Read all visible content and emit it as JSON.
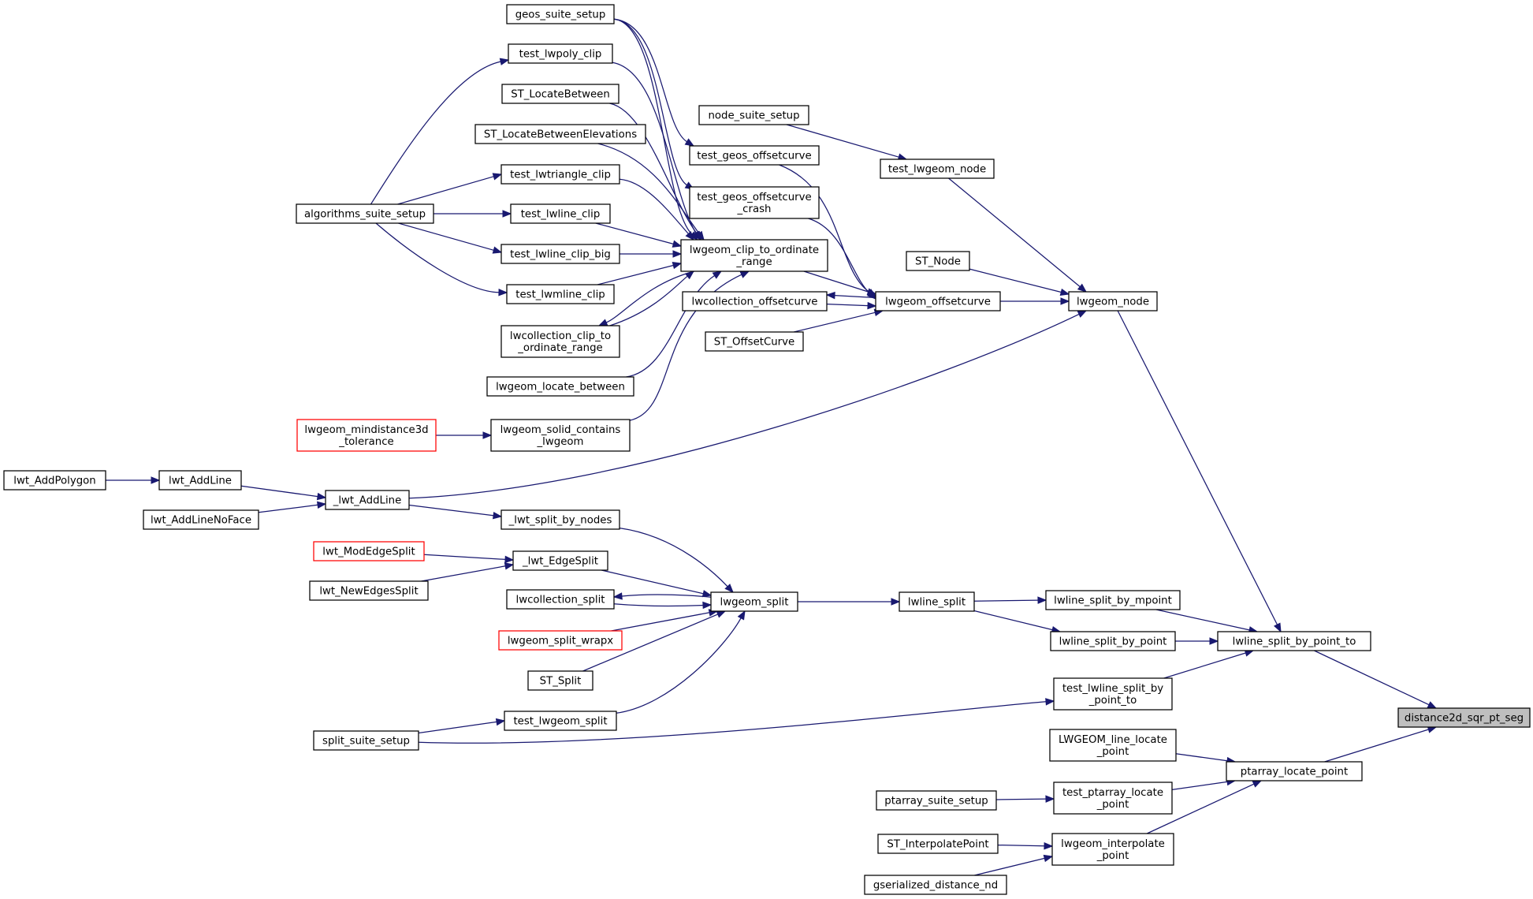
{
  "graph": {
    "focus_function": "distance2d_sqr_pt_seg",
    "nodes": [
      {
        "id": "distance2d_sqr_pt_seg",
        "lines": [
          "distance2d_sqr_pt_seg"
        ],
        "focus": true
      },
      {
        "id": "lwline_split_by_point_to",
        "lines": [
          "lwline_split_by_point_to"
        ]
      },
      {
        "id": "ptarray_locate_point",
        "lines": [
          "ptarray_locate_point"
        ]
      },
      {
        "id": "lwgeom_node",
        "lines": [
          "lwgeom_node"
        ]
      },
      {
        "id": "lwline_split_by_mpoint",
        "lines": [
          "lwline_split_by_mpoint"
        ]
      },
      {
        "id": "lwline_split_by_point",
        "lines": [
          "lwline_split_by_point"
        ]
      },
      {
        "id": "test_lwline_split_by_point_to",
        "lines": [
          "test_lwline_split_by",
          "_point_to"
        ]
      },
      {
        "id": "LWGEOM_line_locate_point",
        "lines": [
          "LWGEOM_line_locate",
          "_point"
        ]
      },
      {
        "id": "test_ptarray_locate_point",
        "lines": [
          "test_ptarray_locate",
          "_point"
        ]
      },
      {
        "id": "lwgeom_interpolate_point",
        "lines": [
          "lwgeom_interpolate",
          "_point"
        ]
      },
      {
        "id": "test_lwgeom_node",
        "lines": [
          "test_lwgeom_node"
        ]
      },
      {
        "id": "ST_Node",
        "lines": [
          "ST_Node"
        ]
      },
      {
        "id": "lwgeom_offsetcurve",
        "lines": [
          "lwgeom_offsetcurve"
        ]
      },
      {
        "id": "node_suite_setup",
        "lines": [
          "node_suite_setup"
        ]
      },
      {
        "id": "test_geos_offsetcurve",
        "lines": [
          "test_geos_offsetcurve"
        ]
      },
      {
        "id": "test_geos_offsetcurve_crash",
        "lines": [
          "test_geos_offsetcurve",
          "_crash"
        ]
      },
      {
        "id": "lwcollection_offsetcurve",
        "lines": [
          "lwcollection_offsetcurve"
        ]
      },
      {
        "id": "ST_OffsetCurve",
        "lines": [
          "ST_OffsetCurve"
        ]
      },
      {
        "id": "lwgeom_clip_to_ordinate_range",
        "lines": [
          "lwgeom_clip_to_ordinate",
          "_range"
        ]
      },
      {
        "id": "geos_suite_setup",
        "lines": [
          "geos_suite_setup"
        ]
      },
      {
        "id": "test_lwpoly_clip",
        "lines": [
          "test_lwpoly_clip"
        ]
      },
      {
        "id": "ST_LocateBetween",
        "lines": [
          "ST_LocateBetween"
        ]
      },
      {
        "id": "ST_LocateBetweenElevations",
        "lines": [
          "ST_LocateBetweenElevations"
        ]
      },
      {
        "id": "test_lwtriangle_clip",
        "lines": [
          "test_lwtriangle_clip"
        ]
      },
      {
        "id": "test_lwline_clip",
        "lines": [
          "test_lwline_clip"
        ]
      },
      {
        "id": "test_lwline_clip_big",
        "lines": [
          "test_lwline_clip_big"
        ]
      },
      {
        "id": "test_lwmline_clip",
        "lines": [
          "test_lwmline_clip"
        ]
      },
      {
        "id": "lwcollection_clip_to_ordinate_range",
        "lines": [
          "lwcollection_clip_to",
          "_ordinate_range"
        ]
      },
      {
        "id": "lwgeom_locate_between",
        "lines": [
          "lwgeom_locate_between"
        ]
      },
      {
        "id": "lwgeom_solid_contains_lwgeom",
        "lines": [
          "lwgeom_solid_contains",
          "_lwgeom"
        ]
      },
      {
        "id": "algorithms_suite_setup",
        "lines": [
          "algorithms_suite_setup"
        ]
      },
      {
        "id": "lwgeom_mindistance3d_tolerance",
        "lines": [
          "lwgeom_mindistance3d",
          "_tolerance"
        ],
        "truncated": true
      },
      {
        "id": "_lwt_AddLine",
        "lines": [
          "_lwt_AddLine"
        ]
      },
      {
        "id": "lwt_AddLine",
        "lines": [
          "lwt_AddLine"
        ]
      },
      {
        "id": "lwt_AddLineNoFace",
        "lines": [
          "lwt_AddLineNoFace"
        ]
      },
      {
        "id": "lwt_AddPolygon",
        "lines": [
          "lwt_AddPolygon"
        ]
      },
      {
        "id": "lwline_split",
        "lines": [
          "lwline_split"
        ]
      },
      {
        "id": "lwgeom_split",
        "lines": [
          "lwgeom_split"
        ]
      },
      {
        "id": "_lwt_split_by_nodes",
        "lines": [
          "_lwt_split_by_nodes"
        ]
      },
      {
        "id": "_lwt_EdgeSplit",
        "lines": [
          "_lwt_EdgeSplit"
        ]
      },
      {
        "id": "lwt_ModEdgeSplit",
        "lines": [
          "lwt_ModEdgeSplit"
        ],
        "truncated": true
      },
      {
        "id": "lwt_NewEdgesSplit",
        "lines": [
          "lwt_NewEdgesSplit"
        ]
      },
      {
        "id": "lwcollection_split",
        "lines": [
          "lwcollection_split"
        ]
      },
      {
        "id": "lwgeom_split_wrapx",
        "lines": [
          "lwgeom_split_wrapx"
        ],
        "truncated": true
      },
      {
        "id": "ST_Split",
        "lines": [
          "ST_Split"
        ]
      },
      {
        "id": "test_lwgeom_split",
        "lines": [
          "test_lwgeom_split"
        ]
      },
      {
        "id": "split_suite_setup",
        "lines": [
          "split_suite_setup"
        ]
      },
      {
        "id": "ptarray_suite_setup",
        "lines": [
          "ptarray_suite_setup"
        ]
      },
      {
        "id": "ST_InterpolatePoint",
        "lines": [
          "ST_InterpolatePoint"
        ]
      },
      {
        "id": "gserialized_distance_nd",
        "lines": [
          "gserialized_distance_nd"
        ]
      }
    ],
    "edges": [
      {
        "from": "lwline_split_by_point_to",
        "to": "distance2d_sqr_pt_seg"
      },
      {
        "from": "ptarray_locate_point",
        "to": "distance2d_sqr_pt_seg"
      },
      {
        "from": "lwgeom_node",
        "to": "lwline_split_by_point_to"
      },
      {
        "from": "lwline_split_by_mpoint",
        "to": "lwline_split_by_point_to"
      },
      {
        "from": "lwline_split_by_point",
        "to": "lwline_split_by_point_to"
      },
      {
        "from": "test_lwline_split_by_point_to",
        "to": "lwline_split_by_point_to"
      },
      {
        "from": "LWGEOM_line_locate_point",
        "to": "ptarray_locate_point"
      },
      {
        "from": "test_ptarray_locate_point",
        "to": "ptarray_locate_point"
      },
      {
        "from": "lwgeom_interpolate_point",
        "to": "ptarray_locate_point"
      },
      {
        "from": "test_lwgeom_node",
        "to": "lwgeom_node"
      },
      {
        "from": "ST_Node",
        "to": "lwgeom_node"
      },
      {
        "from": "lwgeom_offsetcurve",
        "to": "lwgeom_node"
      },
      {
        "from": "_lwt_AddLine",
        "to": "lwgeom_node"
      },
      {
        "from": "node_suite_setup",
        "to": "test_lwgeom_node"
      },
      {
        "from": "test_geos_offsetcurve",
        "to": "lwgeom_offsetcurve"
      },
      {
        "from": "test_geos_offsetcurve_crash",
        "to": "lwgeom_offsetcurve"
      },
      {
        "from": "lwcollection_offsetcurve",
        "to": "lwgeom_offsetcurve"
      },
      {
        "from": "lwgeom_offsetcurve",
        "to": "lwcollection_offsetcurve"
      },
      {
        "from": "ST_OffsetCurve",
        "to": "lwgeom_offsetcurve"
      },
      {
        "from": "lwgeom_clip_to_ordinate_range",
        "to": "lwgeom_offsetcurve"
      },
      {
        "from": "geos_suite_setup",
        "to": "test_geos_offsetcurve"
      },
      {
        "from": "geos_suite_setup",
        "to": "test_geos_offsetcurve_crash"
      },
      {
        "from": "geos_suite_setup",
        "to": "lwgeom_clip_to_ordinate_range"
      },
      {
        "from": "test_lwpoly_clip",
        "to": "lwgeom_clip_to_ordinate_range"
      },
      {
        "from": "ST_LocateBetween",
        "to": "lwgeom_clip_to_ordinate_range"
      },
      {
        "from": "ST_LocateBetweenElevations",
        "to": "lwgeom_clip_to_ordinate_range"
      },
      {
        "from": "test_lwtriangle_clip",
        "to": "lwgeom_clip_to_ordinate_range"
      },
      {
        "from": "test_lwline_clip",
        "to": "lwgeom_clip_to_ordinate_range"
      },
      {
        "from": "test_lwline_clip_big",
        "to": "lwgeom_clip_to_ordinate_range"
      },
      {
        "from": "test_lwmline_clip",
        "to": "lwgeom_clip_to_ordinate_range"
      },
      {
        "from": "lwcollection_clip_to_ordinate_range",
        "to": "lwgeom_clip_to_ordinate_range"
      },
      {
        "from": "lwgeom_clip_to_ordinate_range",
        "to": "lwcollection_clip_to_ordinate_range"
      },
      {
        "from": "lwgeom_locate_between",
        "to": "lwgeom_clip_to_ordinate_range"
      },
      {
        "from": "lwgeom_solid_contains_lwgeom",
        "to": "lwgeom_clip_to_ordinate_range"
      },
      {
        "from": "algorithms_suite_setup",
        "to": "test_lwpoly_clip"
      },
      {
        "from": "algorithms_suite_setup",
        "to": "test_lwtriangle_clip"
      },
      {
        "from": "algorithms_suite_setup",
        "to": "test_lwline_clip"
      },
      {
        "from": "algorithms_suite_setup",
        "to": "test_lwline_clip_big"
      },
      {
        "from": "algorithms_suite_setup",
        "to": "test_lwmline_clip"
      },
      {
        "from": "lwgeom_mindistance3d_tolerance",
        "to": "lwgeom_solid_contains_lwgeom"
      },
      {
        "from": "lwt_AddLine",
        "to": "_lwt_AddLine"
      },
      {
        "from": "lwt_AddLineNoFace",
        "to": "_lwt_AddLine"
      },
      {
        "from": "lwt_AddPolygon",
        "to": "lwt_AddLine"
      },
      {
        "from": "lwline_split",
        "to": "lwline_split_by_mpoint"
      },
      {
        "from": "lwline_split",
        "to": "lwline_split_by_point"
      },
      {
        "from": "lwgeom_split",
        "to": "lwline_split"
      },
      {
        "from": "_lwt_split_by_nodes",
        "to": "lwgeom_split"
      },
      {
        "from": "_lwt_AddLine",
        "to": "_lwt_split_by_nodes"
      },
      {
        "from": "_lwt_EdgeSplit",
        "to": "lwgeom_split"
      },
      {
        "from": "lwt_ModEdgeSplit",
        "to": "_lwt_EdgeSplit"
      },
      {
        "from": "lwt_NewEdgesSplit",
        "to": "_lwt_EdgeSplit"
      },
      {
        "from": "lwcollection_split",
        "to": "lwgeom_split"
      },
      {
        "from": "lwgeom_split",
        "to": "lwcollection_split"
      },
      {
        "from": "lwgeom_split_wrapx",
        "to": "lwgeom_split"
      },
      {
        "from": "ST_Split",
        "to": "lwgeom_split"
      },
      {
        "from": "test_lwgeom_split",
        "to": "lwgeom_split"
      },
      {
        "from": "split_suite_setup",
        "to": "test_lwgeom_split"
      },
      {
        "from": "split_suite_setup",
        "to": "test_lwline_split_by_point_to"
      },
      {
        "from": "ptarray_suite_setup",
        "to": "test_ptarray_locate_point"
      },
      {
        "from": "ST_InterpolatePoint",
        "to": "lwgeom_interpolate_point"
      },
      {
        "from": "gserialized_distance_nd",
        "to": "lwgeom_interpolate_point"
      }
    ]
  },
  "colors": {
    "edge": "#191970",
    "node_border": "#000000",
    "truncated_border": "#ff0000",
    "focus_fill": "#bfbfbf",
    "background": "#ffffff"
  }
}
